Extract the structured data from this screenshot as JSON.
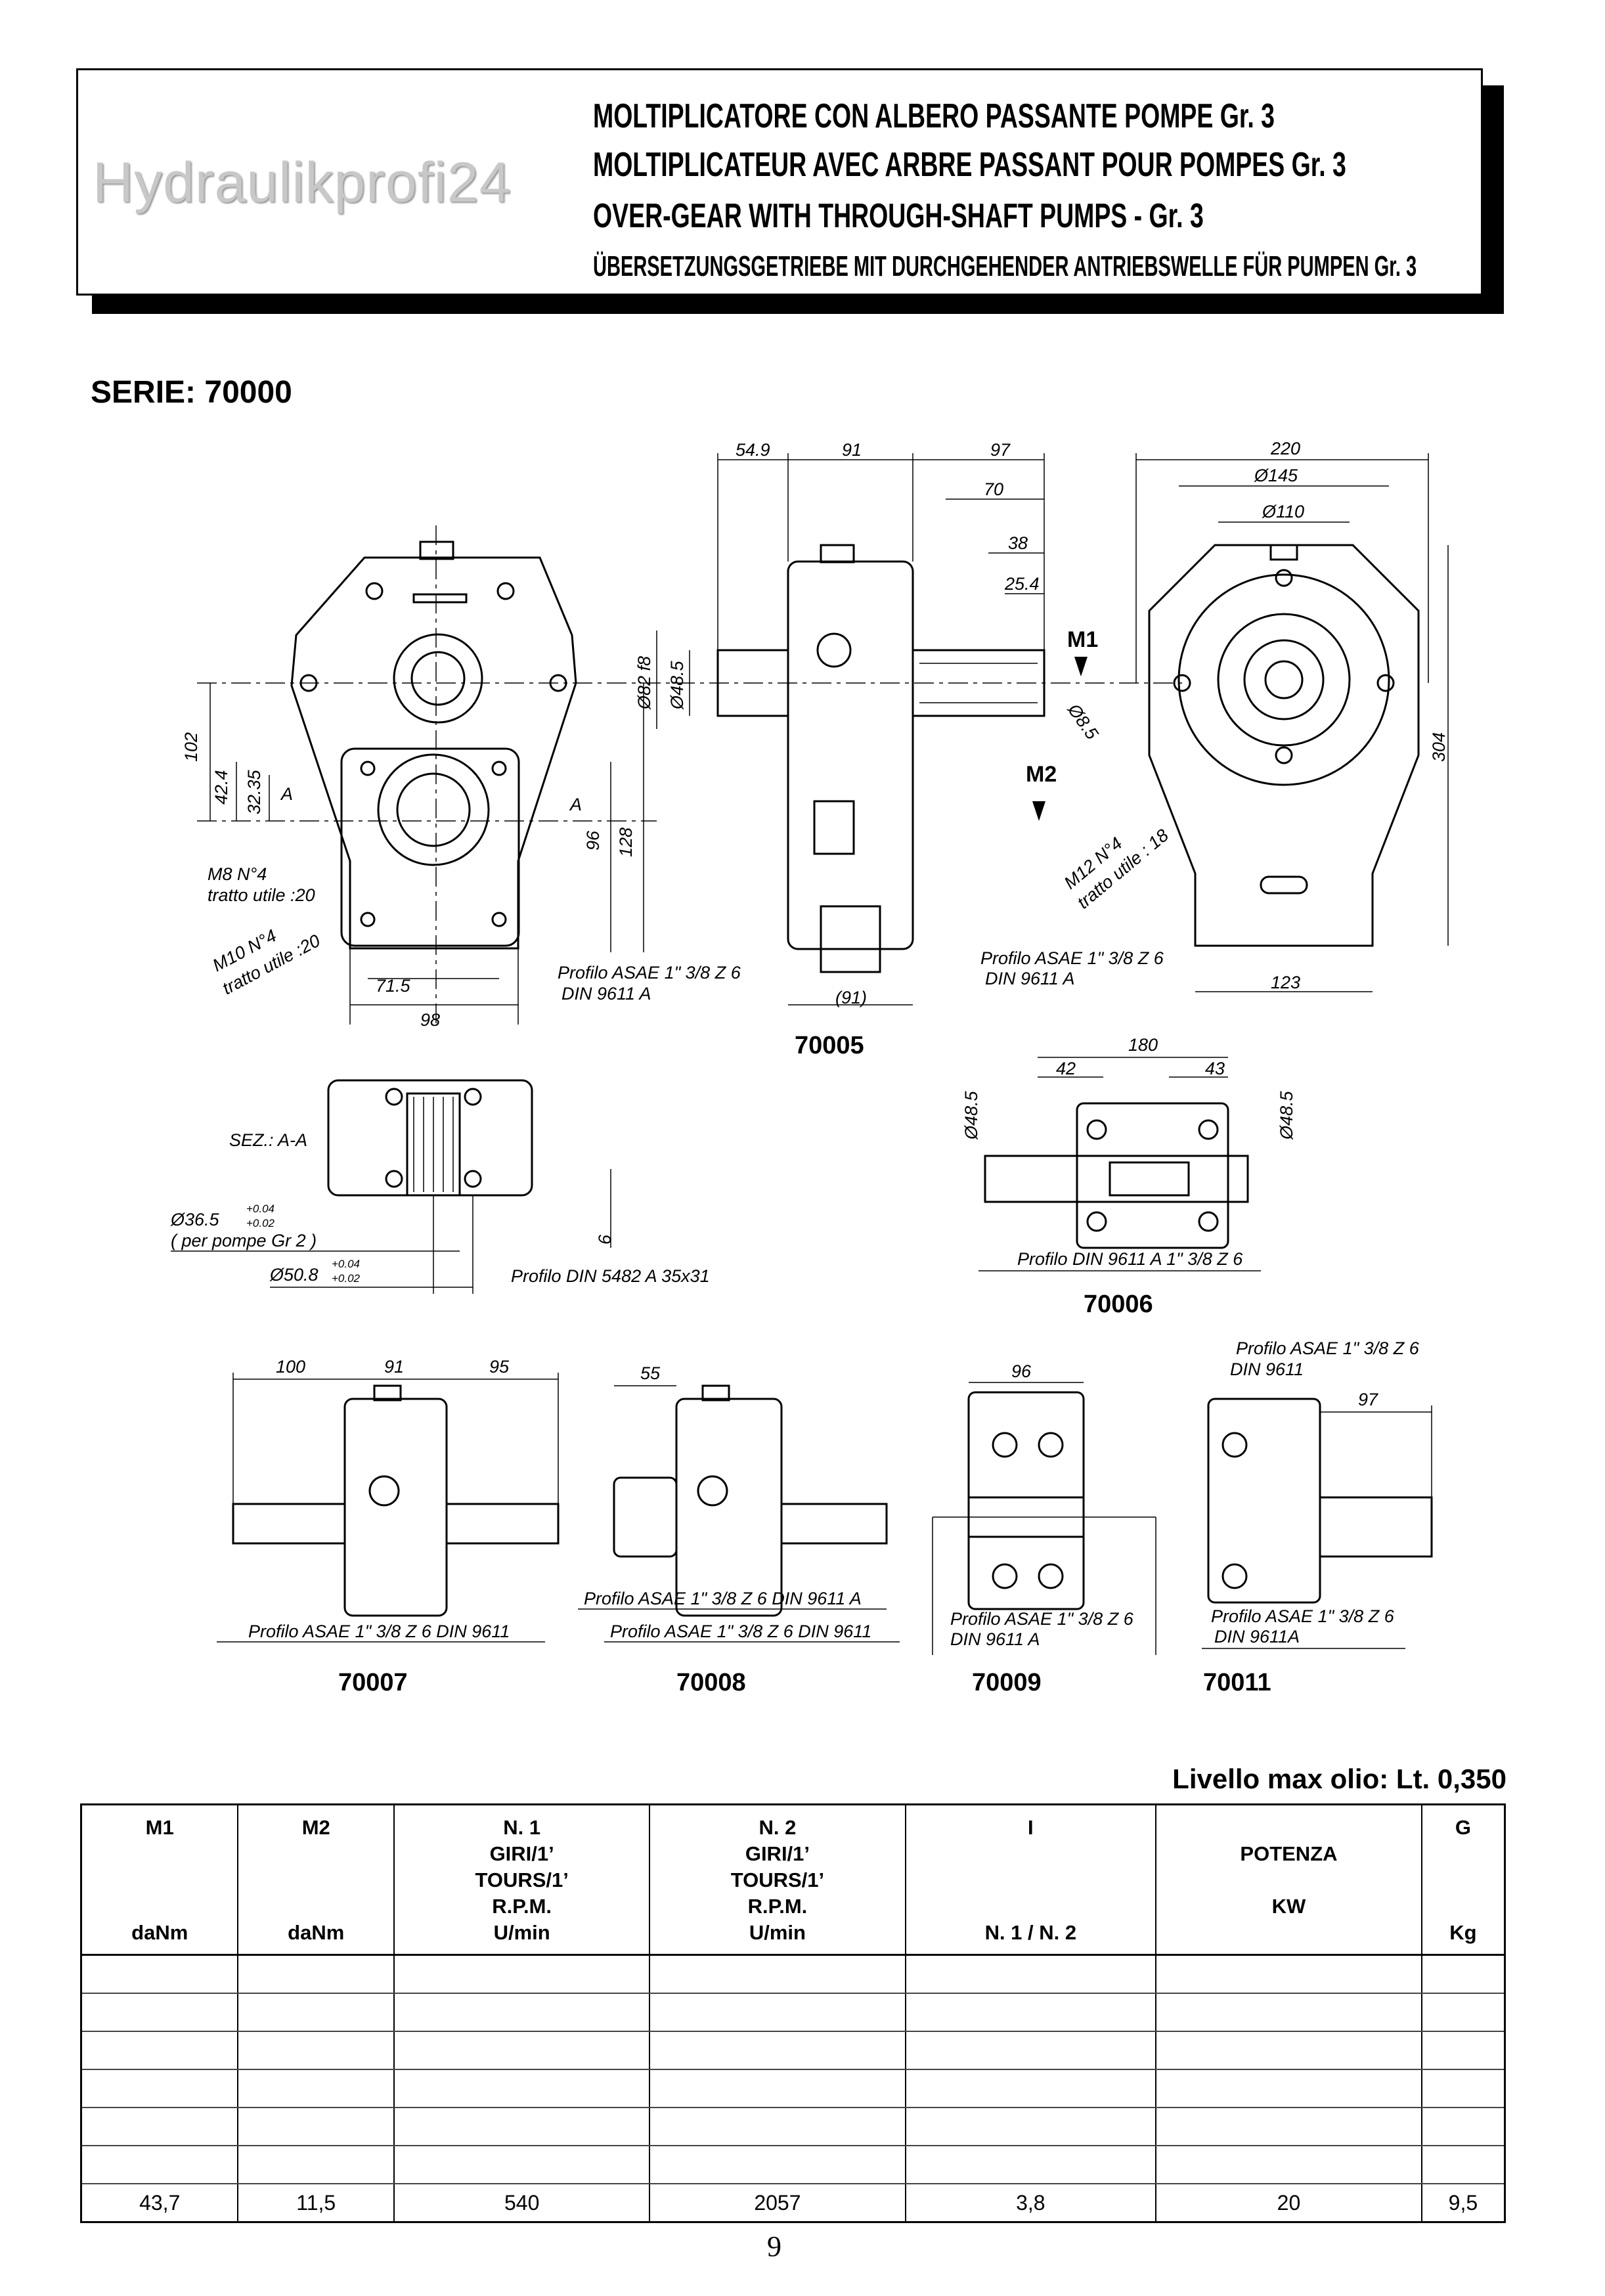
{
  "header": {
    "watermark": "Hydraulikprofi24",
    "titles": [
      "MOLTIPLICATORE CON ALBERO PASSANTE POMPE Gr. 3",
      "MOLTIPLICATEUR AVEC ARBRE PASSANT POUR POMPES Gr. 3",
      "OVER-GEAR WITH THROUGH-SHAFT PUMPS - Gr. 3",
      "ÜBERSETZUNGSGETRIEBE MIT DURCHGEHENDER ANTRIEBSWELLE FÜR PUMPEN Gr. 3"
    ]
  },
  "serie": "SERIE: 70000",
  "drawings": {
    "front": {
      "d102": "102",
      "d42_4": "42.4",
      "d32_35": "32.35",
      "a1": "A",
      "a2": "A",
      "d96": "96",
      "d128": "128",
      "m8": "M8 N°4",
      "m8_tratto": "tratto utile :20",
      "m10": "M10 N°4",
      "m10_tratto": "tratto utile :20",
      "d71_5": "71.5",
      "d98": "98"
    },
    "side": {
      "d54_9": "54.9",
      "d91": "91",
      "d97": "97",
      "d70": "70",
      "d38": "38",
      "d25_4": "25.4",
      "m1": "M1",
      "m2": "M2",
      "d8_5": "Ø8.5",
      "d82": "Ø82 f8",
      "d48_5": "Ø48.5",
      "d91b": "(91)",
      "prof1": "Profilo ASAE 1\" 3/8 Z 6",
      "prof1_din": "DIN 9611 A",
      "prof2": "Profilo ASAE 1\" 3/8 Z 6",
      "prof2_din": "DIN 9611 A",
      "model": "70005"
    },
    "rear": {
      "d220": "220",
      "d145": "Ø145",
      "d110": "Ø110",
      "d304": "304",
      "d123": "123",
      "m12": "M12 N°4",
      "m12_tratto": "tratto utile : 18"
    },
    "section": {
      "title": "SEZ.: A-A",
      "d36_5": "Ø36.5",
      "tol1_up": "+0.04",
      "tol1_dn": "+0.02",
      "note": "( per pompe Gr 2 )",
      "d50_8": "Ø50.8",
      "tol2_up": "+0.04",
      "tol2_dn": "+0.02",
      "d6": "6",
      "profile": "Profilo DIN 5482 A  35x31"
    },
    "m70006": {
      "d180": "180",
      "d42": "42",
      "d43": "43",
      "d48a": "Ø48.5",
      "d48b": "Ø48.5",
      "profile": "Profilo DIN 9611 A  1\" 3/8 Z 6",
      "model": "70006"
    },
    "m70007": {
      "d100": "100",
      "d91": "91",
      "d95": "95",
      "profile": "Profilo ASAE 1\" 3/8 Z 6  DIN 9611",
      "model": "70007"
    },
    "m70008": {
      "d55": "55",
      "profile1": "Profilo ASAE 1\" 3/8 Z 6  DIN 9611 A",
      "profile2": "Profilo ASAE 1\" 3/8 Z 6  DIN 9611",
      "model": "70008"
    },
    "m70009": {
      "d96": "96",
      "profile": "Profilo ASAE 1\" 3/8 Z 6",
      "profile_din": "DIN 9611 A",
      "model": "70009"
    },
    "m70011": {
      "top_profile": "Profilo ASAE 1\" 3/8 Z 6",
      "top_din": "DIN 9611",
      "d97": "97",
      "profile": "Profilo ASAE 1\" 3/8 Z 6",
      "profile_din": "DIN 9611A",
      "model": "70011"
    }
  },
  "oil_level": "Livello max olio:  Lt. 0,350",
  "table": {
    "headers": [
      [
        "M1",
        "",
        "",
        "",
        "daNm"
      ],
      [
        "M2",
        "",
        "",
        "",
        "daNm"
      ],
      [
        "N. 1",
        "GIRI/1’",
        "TOURS/1’",
        "R.P.M.",
        "U/min"
      ],
      [
        "N. 2",
        "GIRI/1’",
        "TOURS/1’",
        "R.P.M.",
        "U/min"
      ],
      [
        "I",
        "",
        "",
        "",
        "N. 1 / N. 2"
      ],
      [
        "",
        "POTENZA",
        "",
        "KW",
        ""
      ],
      [
        "G",
        "",
        "",
        "",
        "Kg"
      ]
    ],
    "values": [
      "43,7",
      "11,5",
      "540",
      "2057",
      "3,8",
      "20",
      "9,5"
    ]
  },
  "page_number": "9"
}
